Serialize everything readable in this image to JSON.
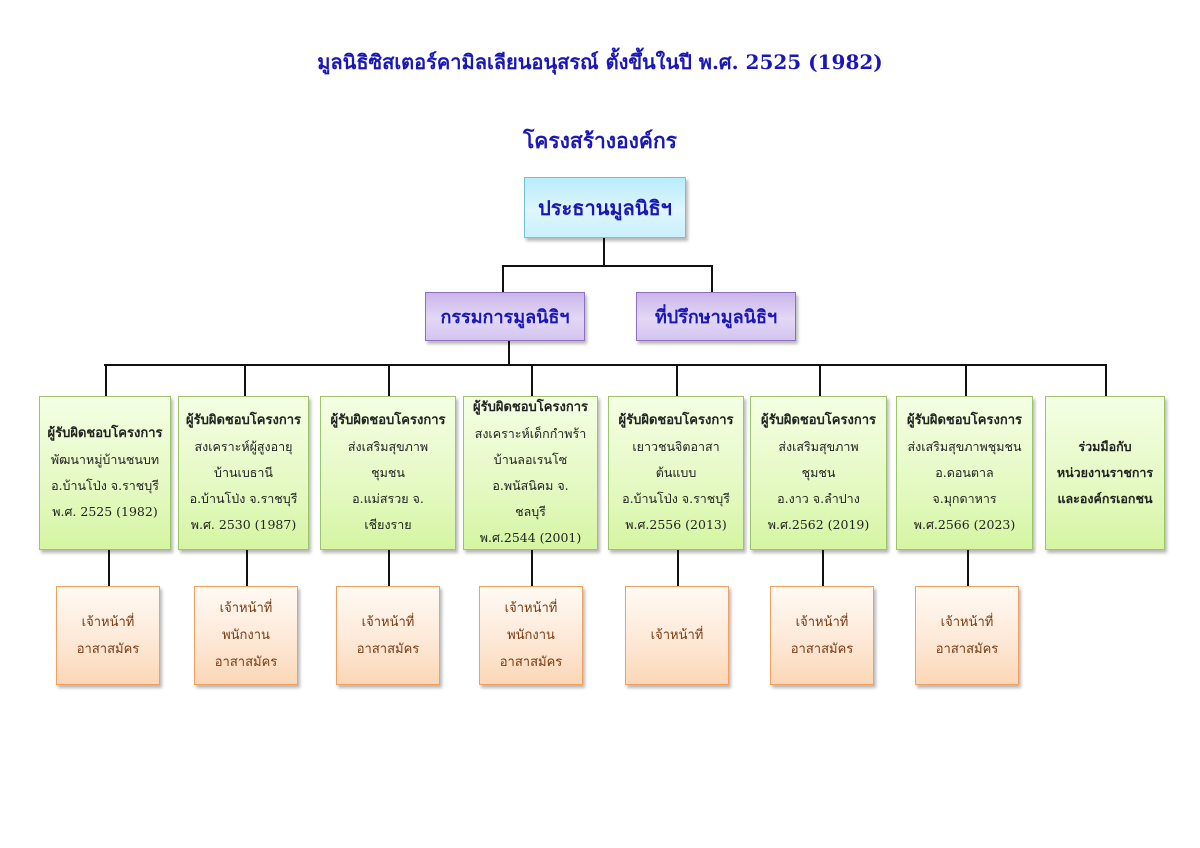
{
  "header": {
    "title": "มูลนิธิซิสเตอร์คามิลเลียนอนุสรณ์ ตั้งขึ้นในปี พ.ศ. 2525 (1982)",
    "subtitle": "โครงสร้างองค์กร"
  },
  "chart": {
    "chair": "ประธานมูลนิธิฯ",
    "board": "กรรมการมูลนิธิฯ",
    "advisor": "ที่ปรึกษามูลนิธิฯ",
    "projects": [
      {
        "head": "ผู้รับผิดชอบโครงการ",
        "lines": [
          "พัฒนาหมู่บ้านชนบท",
          "อ.บ้านโป่ง จ.ราชบุรี",
          "พ.ศ. 2525 (1982)"
        ],
        "staff": [
          "เจ้าหน้าที่",
          "อาสาสมัคร"
        ]
      },
      {
        "head": "ผู้รับผิดชอบโครงการ",
        "lines": [
          "สงเคราะห์ผู้สูงอายุ",
          "บ้านเบธานี",
          "อ.บ้านโป่ง จ.ราชบุรี",
          "พ.ศ. 2530 (1987)"
        ],
        "staff": [
          "เจ้าหน้าที่",
          "พนักงาน",
          "อาสาสมัคร"
        ]
      },
      {
        "head": "ผู้รับผิดชอบโครงการ",
        "lines": [
          "ส่งเสริมสุขภาพ",
          "ชุมชน",
          "อ.แม่สรวย จ.",
          "เชียงราย"
        ],
        "staff": [
          "เจ้าหน้าที่",
          "อาสาสมัคร"
        ]
      },
      {
        "head": "ผู้รับผิดชอบโครงการ",
        "lines": [
          "สงเคราะห์เด็กกำพร้า",
          "บ้านลอเรนโซ",
          "อ.พนัสนิคม จ.",
          "ชลบุรี",
          "พ.ศ.2544 (2001)"
        ],
        "staff": [
          "เจ้าหน้าที่",
          "พนักงาน",
          "อาสาสมัคร"
        ]
      },
      {
        "head": "ผู้รับผิดชอบโครงการ",
        "lines": [
          "เยาวชนจิตอาสา",
          "ต้นแบบ",
          "อ.บ้านโป่ง จ.ราชบุรี",
          "พ.ศ.2556 (2013)"
        ],
        "staff": [
          "เจ้าหน้าที่"
        ]
      },
      {
        "head": "ผู้รับผิดชอบโครงการ",
        "lines": [
          "ส่งเสริมสุขภาพ",
          "ชุมชน",
          "อ.งาว จ.ลำปาง",
          "พ.ศ.2562 (2019)"
        ],
        "staff": [
          "เจ้าหน้าที่",
          "อาสาสมัคร"
        ]
      },
      {
        "head": "ผู้รับผิดชอบโครงการ",
        "lines": [
          "ส่งเสริมสุขภาพชุมชน",
          "อ.ดอนตาล",
          "จ.มุกดาหาร",
          "พ.ศ.2566 (2023)"
        ],
        "staff": [
          "เจ้าหน้าที่",
          "อาสาสมัคร"
        ]
      },
      {
        "head": "",
        "lines": [
          "ร่วมมือกับ",
          "หน่วยงานราชการ",
          "และองค์กรเอกชน"
        ],
        "staff": []
      }
    ]
  },
  "colors": {
    "title": "#1a17b8",
    "chair_fill": "#c9f0fb",
    "board_fill": "#d3c4ef",
    "project_fill": "#e4f9c2",
    "staff_fill": "#fde7d4",
    "staff_text": "#7a3b10"
  }
}
